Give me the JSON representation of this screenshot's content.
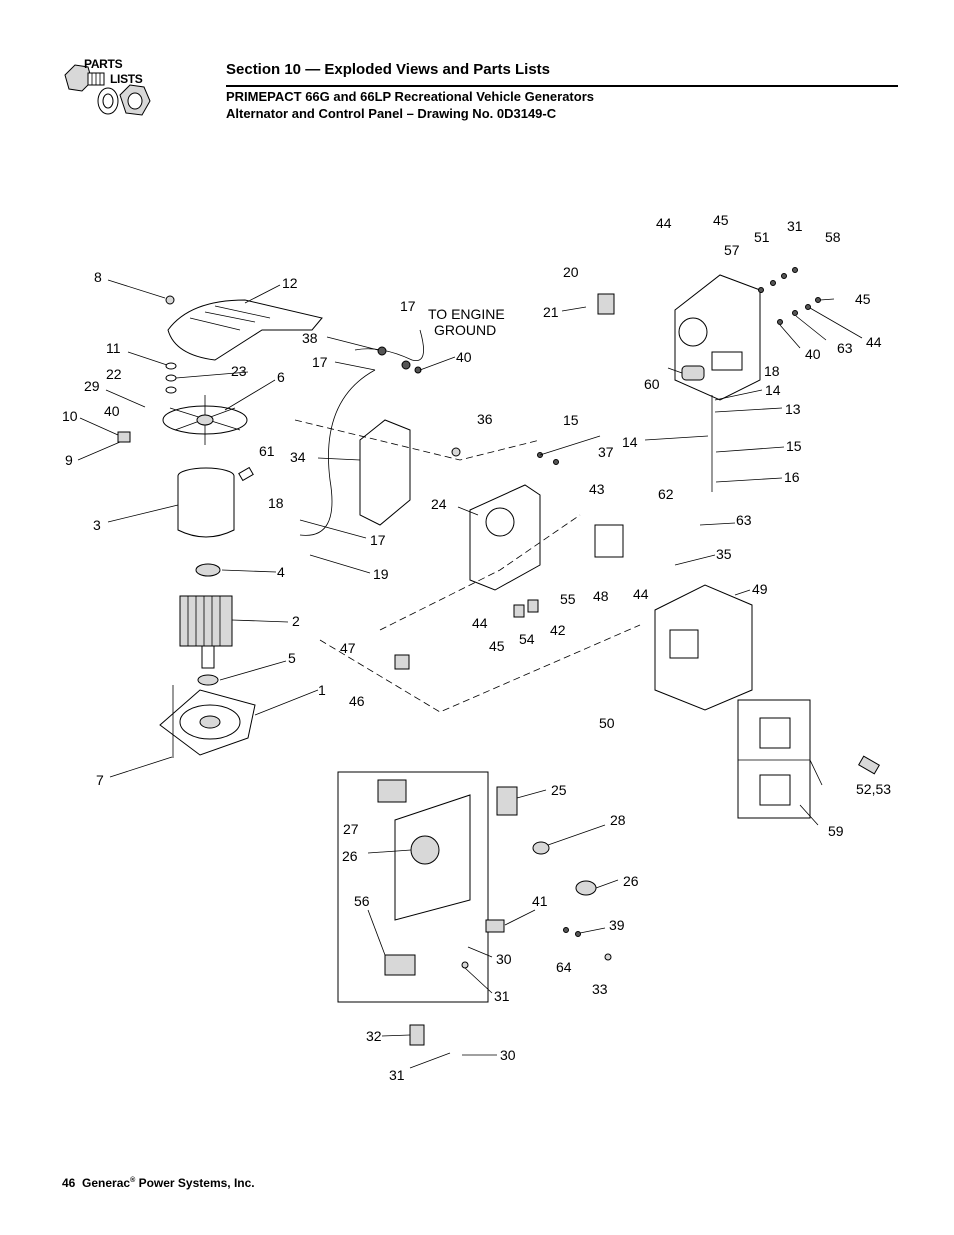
{
  "logo": {
    "line1": "PARTS",
    "line2": "LISTS",
    "icon": "nut-and-bolt-icon"
  },
  "header": {
    "section": "Section 10 — Exploded Views and Parts Lists",
    "subtitle": "PRIMEPACT 66G and 66LP Recreational Vehicle Generators",
    "drawing": "Alternator and Control Panel – Drawing No. 0D3149-C"
  },
  "diagram": {
    "annotation_line1": "TO ENGINE",
    "annotation_line2": "GROUND",
    "callouts": [
      "44",
      "45",
      "51",
      "31",
      "58",
      "57",
      "20",
      "45",
      "21",
      "40",
      "63",
      "44",
      "8",
      "12",
      "17",
      "38",
      "17",
      "40",
      "60",
      "18",
      "14",
      "11",
      "6",
      "23",
      "22",
      "29",
      "40",
      "13",
      "10",
      "36",
      "15",
      "14",
      "15",
      "9",
      "61",
      "34",
      "37",
      "16",
      "43",
      "62",
      "63",
      "3",
      "18",
      "24",
      "17",
      "19",
      "35",
      "4",
      "55",
      "48",
      "44",
      "49",
      "2",
      "44",
      "45",
      "42",
      "54",
      "47",
      "5",
      "46",
      "1",
      "50",
      "7",
      "52,53",
      "59",
      "25",
      "28",
      "27",
      "26",
      "26",
      "56",
      "41",
      "39",
      "30",
      "64",
      "31",
      "33",
      "32",
      "30",
      "31"
    ]
  },
  "footer": {
    "page_number": "46",
    "company_name": "Generac",
    "registered_mark": "®",
    "company_suffix": "Power Systems, Inc."
  }
}
